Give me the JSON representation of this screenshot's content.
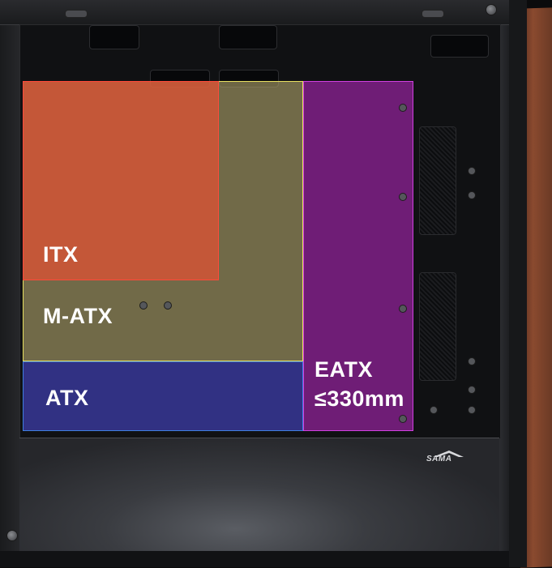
{
  "form_factors": {
    "itx": {
      "label": "ITX",
      "color": "#e4503a"
    },
    "matx": {
      "label": "M-ATX",
      "color": "#b9aa6e"
    },
    "atx": {
      "label": "ATX",
      "color": "#4646c8"
    },
    "eatx": {
      "label_line1": "EATX",
      "label_line2": "≤330mm",
      "color": "#be28c8"
    }
  },
  "brand": {
    "name": "SAMA"
  },
  "colors": {
    "case_body": "#17181a",
    "side_panel": "#8a4a2f",
    "psu_shroud": "#3a3c41"
  }
}
